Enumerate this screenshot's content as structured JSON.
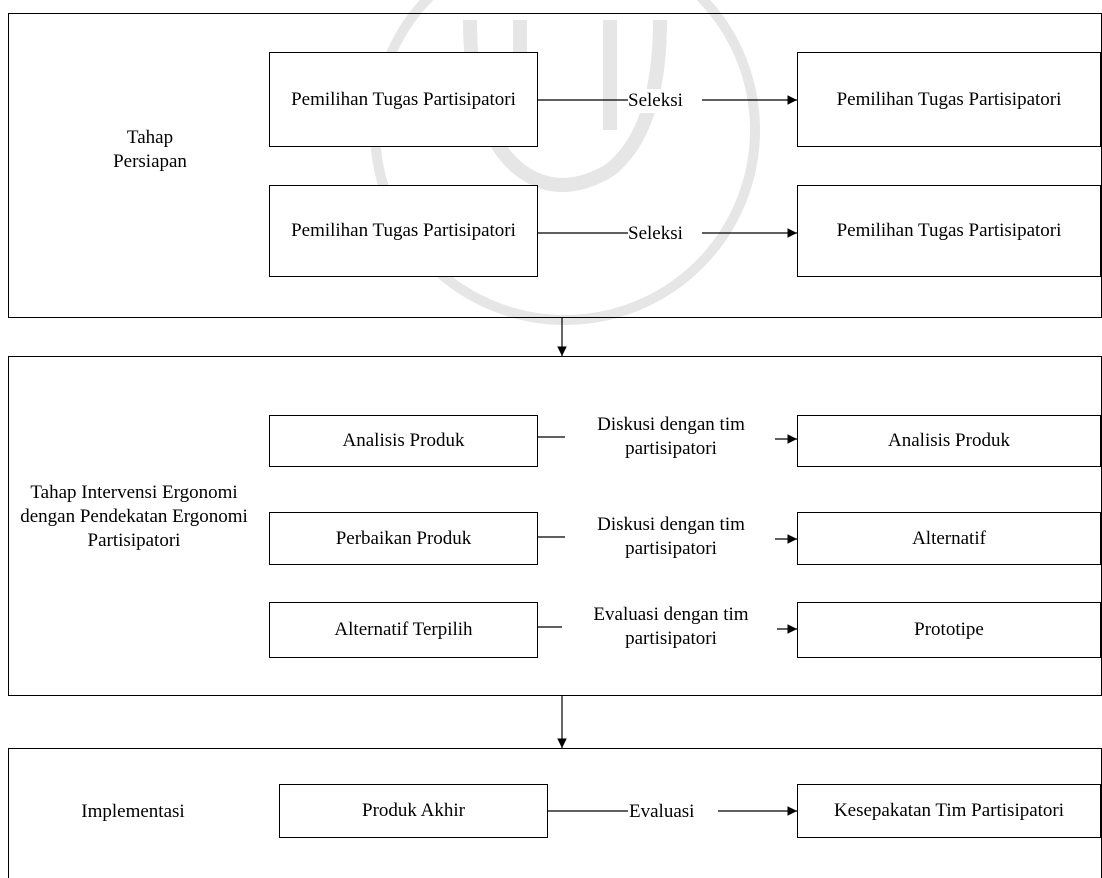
{
  "stages": [
    {
      "label": "Tahap Persiapan",
      "rows": [
        {
          "from": "Pemilihan Tugas Partisipatori",
          "connector": "Seleksi",
          "to": "Pemilihan Tugas Partisipatori"
        },
        {
          "from": "Pemilihan Tugas Partisipatori",
          "connector": "Seleksi",
          "to": "Pemilihan Tugas Partisipatori"
        }
      ]
    },
    {
      "label": "Tahap Intervensi Ergonomi dengan Pendekatan Ergonomi Partisipatori",
      "rows": [
        {
          "from": "Analisis Produk",
          "connector": "Diskusi dengan tim partisipatori",
          "to": "Analisis Produk"
        },
        {
          "from": "Perbaikan Produk",
          "connector": "Diskusi dengan tim partisipatori",
          "to": "Alternatif"
        },
        {
          "from": "Alternatif Terpilih",
          "connector": "Evaluasi dengan tim partisipatori",
          "to": "Prototipe"
        }
      ]
    },
    {
      "label": "Implementasi",
      "rows": [
        {
          "from": "Produk Akhir",
          "connector": "Evaluasi",
          "to": "Kesepakatan Tim Partisipatori"
        }
      ]
    }
  ]
}
